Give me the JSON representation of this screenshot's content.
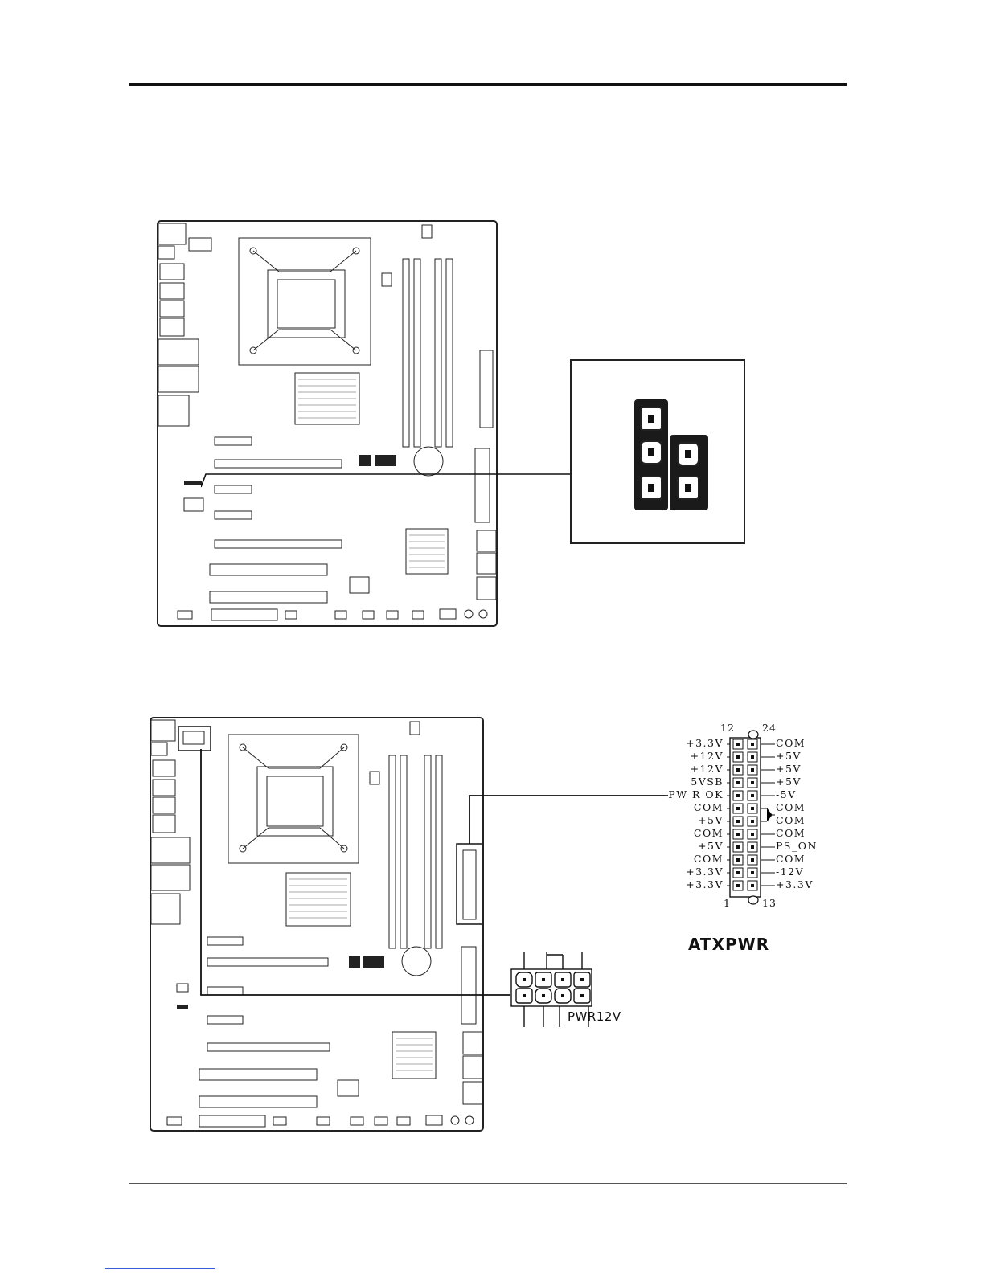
{
  "atx_connector": {
    "title": "ATXPWR",
    "pin_numbers": {
      "top_left": "12",
      "top_right": "24",
      "bottom_left": "1",
      "bottom_right": "13"
    },
    "left_column": [
      "+3.3V",
      "+12V",
      "+12V",
      "5VSB",
      "PW R OK",
      "COM",
      "+5V",
      "COM",
      "+5V",
      "COM",
      "+3.3V",
      "+3.3V"
    ],
    "right_column": [
      "COM",
      "+5V",
      "+5V",
      "+5V",
      "-5V",
      "COM",
      "COM",
      "COM",
      "PS_ON",
      "COM",
      "-12V",
      "+3.3V"
    ]
  },
  "cpu_power_connector": {
    "label": "PWR12V"
  },
  "colors": {
    "line": "#111111",
    "footer_link": "#3a5bd8"
  }
}
